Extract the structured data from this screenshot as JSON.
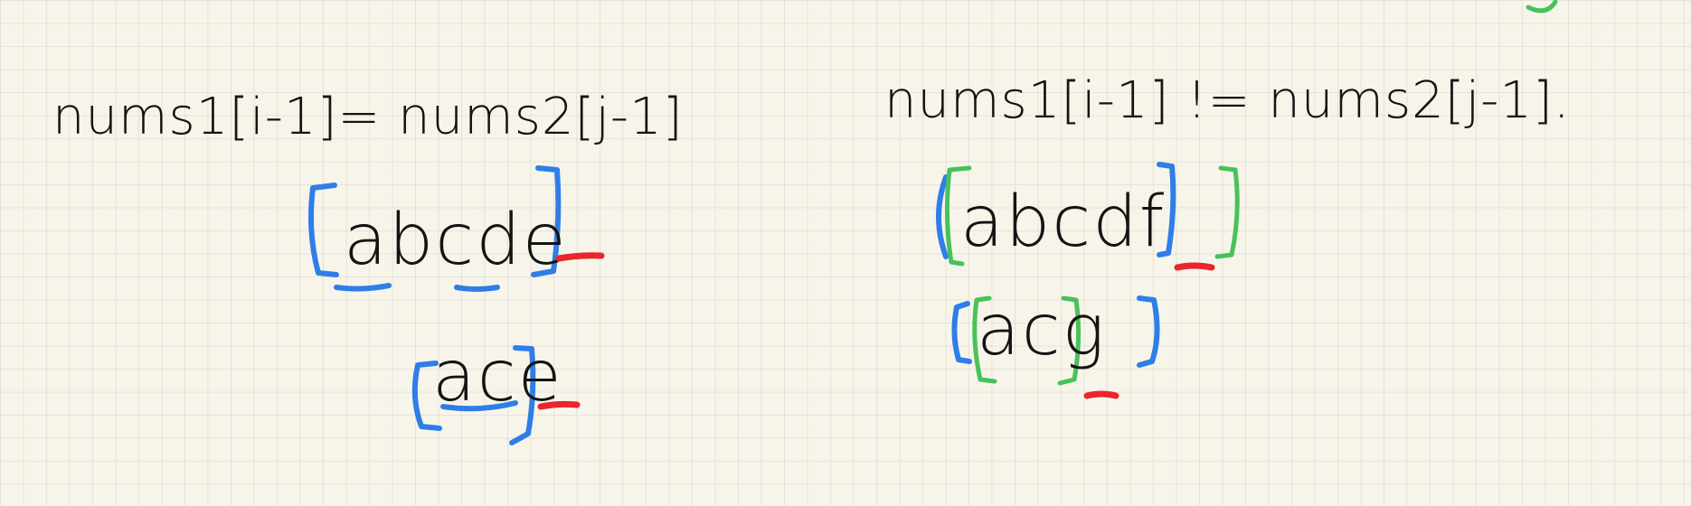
{
  "left_panel": {
    "condition": "nums1[i-1]= nums2[j-1]",
    "word1": "abcde",
    "word2": "ace"
  },
  "right_panel": {
    "condition": "nums1[i-1] != nums2[j-1].",
    "word1": "abcdf",
    "word2": "acg"
  },
  "colors": {
    "background": "#f7f5ea",
    "ink": "#141414",
    "bracket_blue": "#2f7ee8",
    "bracket_green": "#47c25a",
    "underline_red": "#e8262c"
  }
}
